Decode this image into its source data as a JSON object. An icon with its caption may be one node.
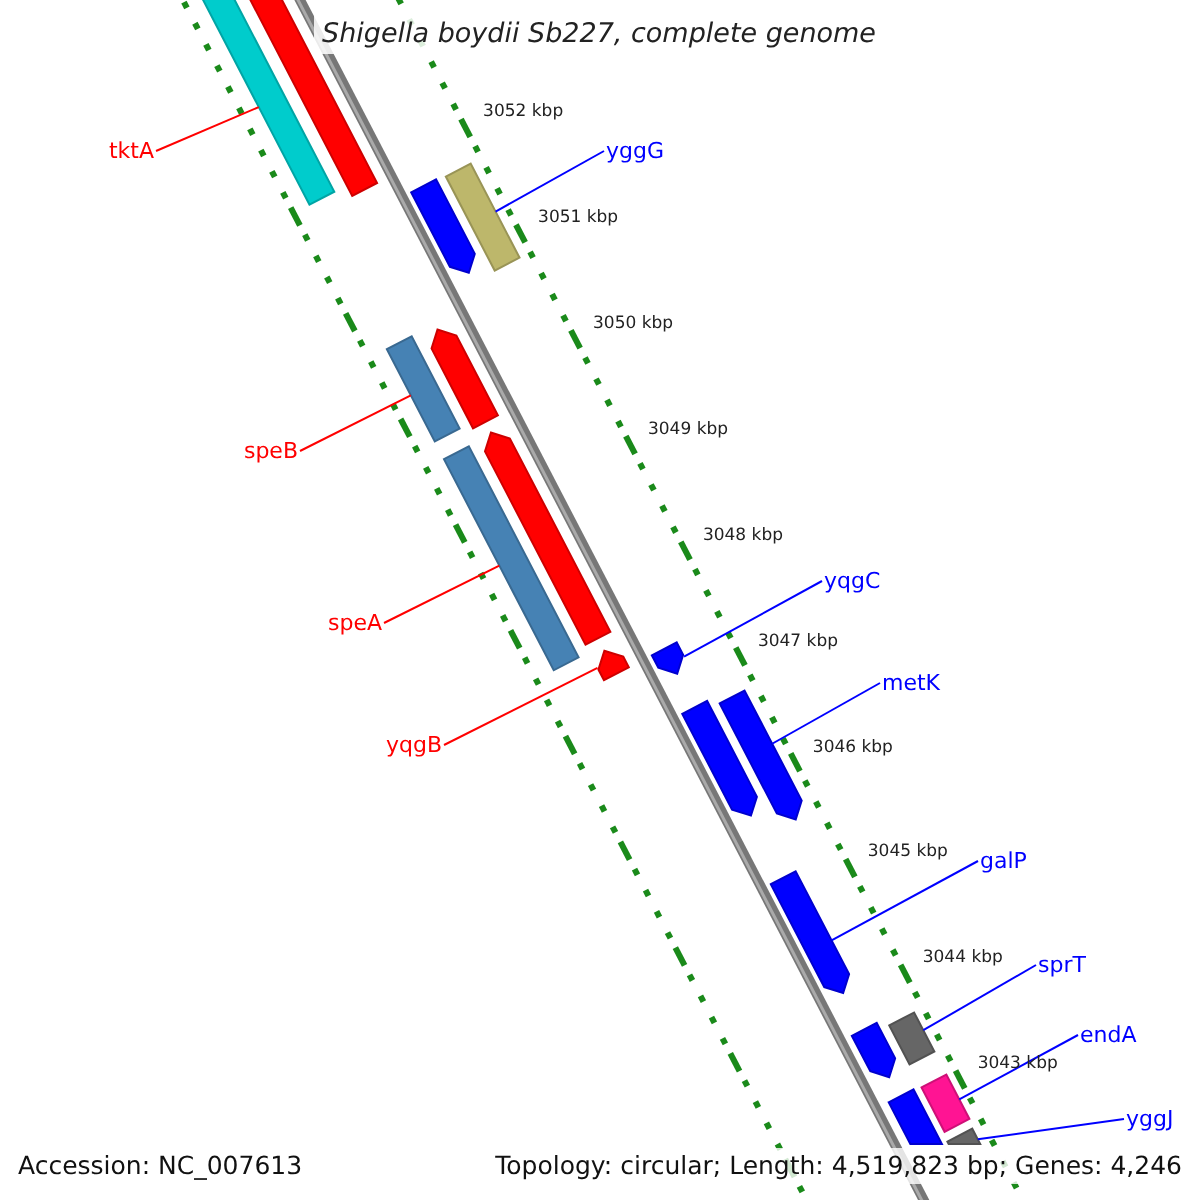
{
  "diagram": {
    "title": "Shigella boydii Sb227, complete genome",
    "nodes": [
      {
        "text": [
          "tktA"
        ]
      },
      {
        "text": [
          "yggG"
        ]
      },
      {
        "text": [
          "speB"
        ]
      },
      {
        "text": [
          "speA"
        ]
      },
      {
        "text": [
          "yqgB"
        ]
      },
      {
        "text": [
          "yqgC"
        ]
      },
      {
        "text": [
          "metK"
        ]
      },
      {
        "text": [
          "galP"
        ]
      },
      {
        "text": [
          "sprT"
        ]
      },
      {
        "text": [
          "endA"
        ]
      },
      {
        "text": [
          "yggJ"
        ]
      },
      {
        "text": [],
        "shape": "bar"
      },
      {
        "text": [],
        "shape": "bar"
      },
      {
        "text": [],
        "shape": "bar"
      },
      {
        "text": [],
        "shape": "bar"
      },
      {
        "text": [],
        "shape": "bar"
      },
      {
        "text": [],
        "shape": "bar"
      },
      {
        "text": [],
        "shape": "bar"
      },
      {
        "text": [],
        "shape": "bar"
      },
      {
        "text": [],
        "shape": "bar"
      },
      {
        "text": [],
        "shape": "bar"
      },
      {
        "text": [],
        "shape": "bar"
      },
      {
        "text": [],
        "shape": "bar"
      },
      {
        "text": [],
        "shape": "bar"
      },
      {
        "text": [],
        "shape": "bar"
      },
      {
        "text": [],
        "shape": "bar"
      },
      {
        "text": [],
        "shape": "bar"
      },
      {
        "text": [],
        "shape": "bar"
      },
      {
        "text": [],
        "shape": "bar"
      }
    ],
    "edges": [
      {
        "from": 0,
        "to": 11,
        "arrow": "none",
        "color": "#ff0000"
      },
      {
        "from": 1,
        "to": 14,
        "arrow": "none"
      },
      {
        "from": 2,
        "to": 15,
        "arrow": "none",
        "color": "#ff0000"
      },
      {
        "from": 3,
        "to": 17,
        "arrow": "none",
        "color": "#ff0000"
      },
      {
        "from": 4,
        "to": 19,
        "arrow": "none",
        "color": "#ff0000"
      },
      {
        "from": 5,
        "to": 20,
        "arrow": "none"
      },
      {
        "from": 6,
        "to": 22,
        "arrow": "none"
      },
      {
        "from": 7,
        "to": 23,
        "arrow": "none"
      },
      {
        "from": 8,
        "to": 25,
        "arrow": "none"
      },
      {
        "from": 9,
        "to": 26,
        "arrow": "none"
      },
      {
        "from": 10,
        "to": 28,
        "arrow": "none"
      }
    ],
    "labels": [
      "3052 kbp",
      "3051 kbp",
      "3050 kbp",
      "3049 kbp",
      "3048 kbp",
      "3047 kbp",
      "3046 kbp",
      "3045 kbp",
      "3044 kbp",
      "3043 kbp",
      "Accession: NC_007613",
      "Topology: circular; Length: 4,519,823 bp; Genes: 4,246"
    ]
  }
}
